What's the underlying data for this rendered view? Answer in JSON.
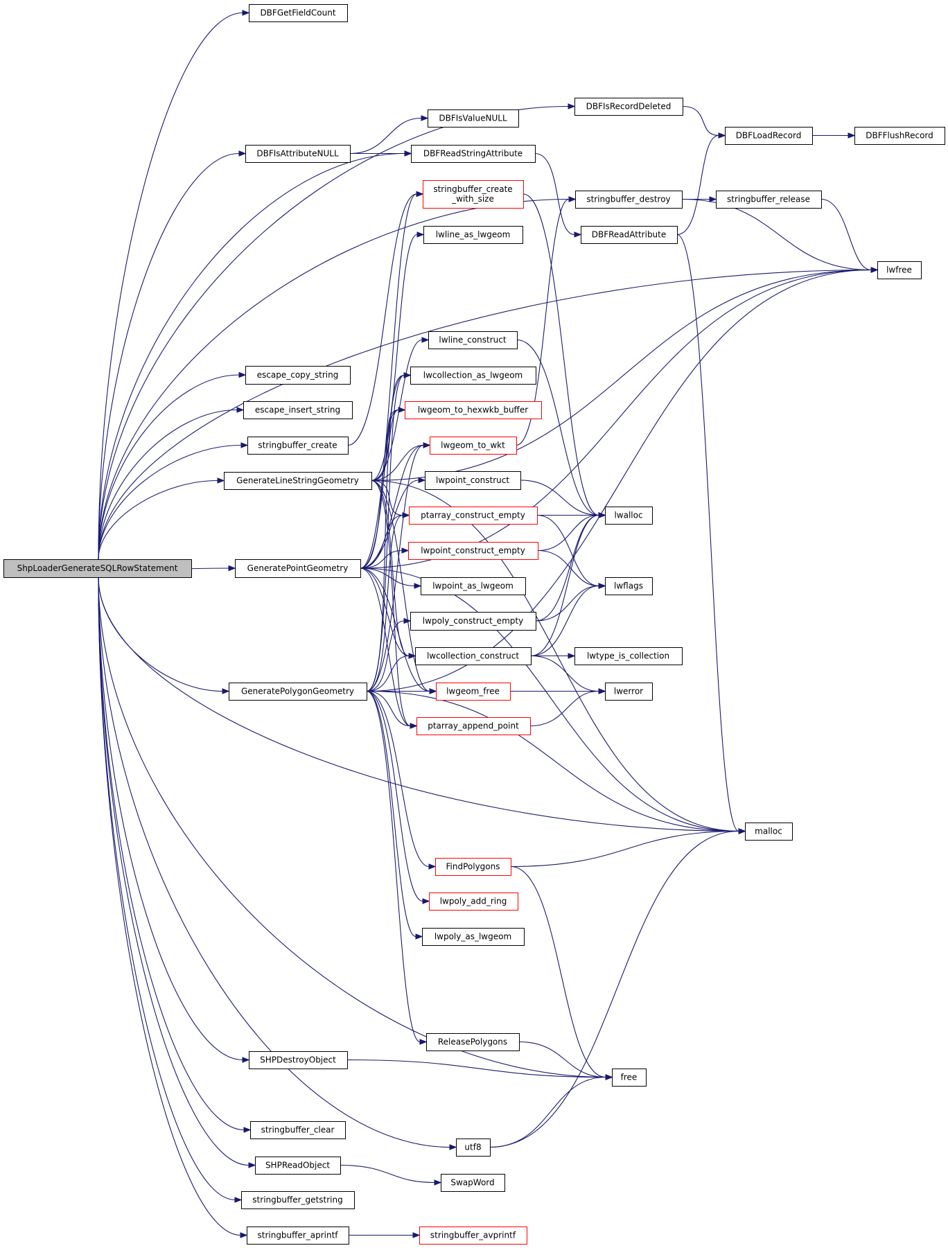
{
  "diagram": {
    "type": "call-graph",
    "root": "ShpLoaderGenerateSQLRowStatement",
    "colors": {
      "edge": "#191970",
      "root_fill": "#bfbfbf",
      "node_border": "#000000",
      "truncated_node_border": "#ff0000"
    },
    "nodes": [
      {
        "id": "root",
        "label": "ShpLoaderGenerateSQLRowStatement",
        "style": "root"
      },
      {
        "id": "DBFGetFieldCount",
        "label": "DBFGetFieldCount"
      },
      {
        "id": "DBFIsRecordDeleted",
        "label": "DBFIsRecordDeleted"
      },
      {
        "id": "DBFLoadRecord",
        "label": "DBFLoadRecord"
      },
      {
        "id": "DBFFlushRecord",
        "label": "DBFFlushRecord"
      },
      {
        "id": "DBFIsValueNULL",
        "label": "DBFIsValueNULL"
      },
      {
        "id": "DBFIsAttributeNULL",
        "label": "DBFIsAttributeNULL"
      },
      {
        "id": "DBFReadStringAttribute",
        "label": "DBFReadStringAttribute"
      },
      {
        "id": "stringbuffer_create_with_size",
        "label": "stringbuffer_create\n_with_size",
        "style": "red"
      },
      {
        "id": "stringbuffer_destroy",
        "label": "stringbuffer_destroy"
      },
      {
        "id": "stringbuffer_release",
        "label": "stringbuffer_release"
      },
      {
        "id": "DBFReadAttribute",
        "label": "DBFReadAttribute"
      },
      {
        "id": "lwline_as_lwgeom",
        "label": "lwline_as_lwgeom"
      },
      {
        "id": "lwfree",
        "label": "lwfree"
      },
      {
        "id": "lwline_construct",
        "label": "lwline_construct"
      },
      {
        "id": "escape_copy_string",
        "label": "escape_copy_string"
      },
      {
        "id": "lwcollection_as_lwgeom",
        "label": "lwcollection_as_lwgeom"
      },
      {
        "id": "escape_insert_string",
        "label": "escape_insert_string"
      },
      {
        "id": "lwgeom_to_hexwkb_buffer",
        "label": "lwgeom_to_hexwkb_buffer",
        "style": "red"
      },
      {
        "id": "stringbuffer_create",
        "label": "stringbuffer_create"
      },
      {
        "id": "lwgeom_to_wkt",
        "label": "lwgeom_to_wkt",
        "style": "red"
      },
      {
        "id": "GenerateLineStringGeometry",
        "label": "GenerateLineStringGeometry"
      },
      {
        "id": "lwpoint_construct",
        "label": "lwpoint_construct"
      },
      {
        "id": "ptarray_construct_empty",
        "label": "ptarray_construct_empty",
        "style": "red"
      },
      {
        "id": "lwalloc",
        "label": "lwalloc"
      },
      {
        "id": "lwpoint_construct_empty",
        "label": "lwpoint_construct_empty",
        "style": "red"
      },
      {
        "id": "GeneratePointGeometry",
        "label": "GeneratePointGeometry"
      },
      {
        "id": "lwpoint_as_lwgeom",
        "label": "lwpoint_as_lwgeom"
      },
      {
        "id": "lwflags",
        "label": "lwflags"
      },
      {
        "id": "lwpoly_construct_empty",
        "label": "lwpoly_construct_empty"
      },
      {
        "id": "lwcollection_construct",
        "label": "lwcollection_construct"
      },
      {
        "id": "lwtype_is_collection",
        "label": "lwtype_is_collection"
      },
      {
        "id": "GeneratePolygonGeometry",
        "label": "GeneratePolygonGeometry"
      },
      {
        "id": "lwgeom_free",
        "label": "lwgeom_free",
        "style": "red"
      },
      {
        "id": "lwerror",
        "label": "lwerror"
      },
      {
        "id": "ptarray_append_point",
        "label": "ptarray_append_point",
        "style": "red"
      },
      {
        "id": "malloc",
        "label": "malloc"
      },
      {
        "id": "FindPolygons",
        "label": "FindPolygons",
        "style": "red"
      },
      {
        "id": "lwpoly_add_ring",
        "label": "lwpoly_add_ring",
        "style": "red"
      },
      {
        "id": "lwpoly_as_lwgeom",
        "label": "lwpoly_as_lwgeom"
      },
      {
        "id": "ReleasePolygons",
        "label": "ReleasePolygons"
      },
      {
        "id": "SHPDestroyObject",
        "label": "SHPDestroyObject"
      },
      {
        "id": "free",
        "label": "free"
      },
      {
        "id": "stringbuffer_clear",
        "label": "stringbuffer_clear"
      },
      {
        "id": "utf8",
        "label": "utf8"
      },
      {
        "id": "SHPReadObject",
        "label": "SHPReadObject"
      },
      {
        "id": "SwapWord",
        "label": "SwapWord"
      },
      {
        "id": "stringbuffer_getstring",
        "label": "stringbuffer_getstring"
      },
      {
        "id": "stringbuffer_aprintf",
        "label": "stringbuffer_aprintf"
      },
      {
        "id": "stringbuffer_avprintf",
        "label": "stringbuffer_avprintf",
        "style": "red"
      }
    ],
    "edges": [
      [
        "root",
        "DBFGetFieldCount"
      ],
      [
        "root",
        "DBFIsRecordDeleted"
      ],
      [
        "root",
        "stringbuffer_destroy"
      ],
      [
        "root",
        "DBFIsAttributeNULL"
      ],
      [
        "root",
        "DBFReadStringAttribute"
      ],
      [
        "root",
        "escape_copy_string"
      ],
      [
        "root",
        "escape_insert_string"
      ],
      [
        "root",
        "stringbuffer_create"
      ],
      [
        "root",
        "GenerateLineStringGeometry"
      ],
      [
        "root",
        "GeneratePointGeometry"
      ],
      [
        "root",
        "GeneratePolygonGeometry"
      ],
      [
        "root",
        "lwfree"
      ],
      [
        "root",
        "malloc"
      ],
      [
        "root",
        "free"
      ],
      [
        "root",
        "SHPDestroyObject"
      ],
      [
        "root",
        "stringbuffer_clear"
      ],
      [
        "root",
        "utf8"
      ],
      [
        "root",
        "SHPReadObject"
      ],
      [
        "root",
        "stringbuffer_getstring"
      ],
      [
        "root",
        "stringbuffer_aprintf"
      ],
      [
        "DBFIsRecordDeleted",
        "DBFLoadRecord"
      ],
      [
        "DBFLoadRecord",
        "DBFFlushRecord"
      ],
      [
        "DBFIsAttributeNULL",
        "DBFIsValueNULL"
      ],
      [
        "DBFIsAttributeNULL",
        "DBFReadStringAttribute"
      ],
      [
        "DBFReadStringAttribute",
        "DBFReadAttribute"
      ],
      [
        "DBFReadAttribute",
        "DBFLoadRecord"
      ],
      [
        "DBFReadAttribute",
        "malloc"
      ],
      [
        "stringbuffer_destroy",
        "stringbuffer_release"
      ],
      [
        "stringbuffer_destroy",
        "lwfree"
      ],
      [
        "stringbuffer_release",
        "lwfree"
      ],
      [
        "stringbuffer_create",
        "stringbuffer_create_with_size"
      ],
      [
        "stringbuffer_create_with_size",
        "lwalloc"
      ],
      [
        "lwline_construct",
        "lwalloc"
      ],
      [
        "lwgeom_to_wkt",
        "stringbuffer_destroy"
      ],
      [
        "lwpoint_construct",
        "lwalloc"
      ],
      [
        "ptarray_construct_empty",
        "lwalloc"
      ],
      [
        "ptarray_construct_empty",
        "lwflags"
      ],
      [
        "lwpoint_construct_empty",
        "lwalloc"
      ],
      [
        "lwpoint_construct_empty",
        "lwflags"
      ],
      [
        "lwpoly_construct_empty",
        "lwalloc"
      ],
      [
        "lwpoly_construct_empty",
        "lwflags"
      ],
      [
        "lwcollection_construct",
        "lwalloc"
      ],
      [
        "lwcollection_construct",
        "lwflags"
      ],
      [
        "lwcollection_construct",
        "lwtype_is_collection"
      ],
      [
        "lwcollection_construct",
        "lwerror"
      ],
      [
        "lwgeom_free",
        "lwerror"
      ],
      [
        "ptarray_append_point",
        "lwerror"
      ],
      [
        "GenerateLineStringGeometry",
        "lwline_as_lwgeom"
      ],
      [
        "GenerateLineStringGeometry",
        "lwfree"
      ],
      [
        "GenerateLineStringGeometry",
        "lwline_construct"
      ],
      [
        "GenerateLineStringGeometry",
        "lwcollection_as_lwgeom"
      ],
      [
        "GenerateLineStringGeometry",
        "lwgeom_to_hexwkb_buffer"
      ],
      [
        "GenerateLineStringGeometry",
        "lwgeom_to_wkt"
      ],
      [
        "GenerateLineStringGeometry",
        "ptarray_construct_empty"
      ],
      [
        "GenerateLineStringGeometry",
        "lwcollection_construct"
      ],
      [
        "GenerateLineStringGeometry",
        "lwgeom_free"
      ],
      [
        "GenerateLineStringGeometry",
        "ptarray_append_point"
      ],
      [
        "GenerateLineStringGeometry",
        "malloc"
      ],
      [
        "GeneratePointGeometry",
        "stringbuffer_create_with_size"
      ],
      [
        "GeneratePointGeometry",
        "lwcollection_as_lwgeom"
      ],
      [
        "GeneratePointGeometry",
        "lwgeom_to_hexwkb_buffer"
      ],
      [
        "GeneratePointGeometry",
        "lwgeom_to_wkt"
      ],
      [
        "GeneratePointGeometry",
        "lwpoint_construct"
      ],
      [
        "GeneratePointGeometry",
        "ptarray_construct_empty"
      ],
      [
        "GeneratePointGeometry",
        "lwpoint_construct_empty"
      ],
      [
        "GeneratePointGeometry",
        "lwpoint_as_lwgeom"
      ],
      [
        "GeneratePointGeometry",
        "lwcollection_construct"
      ],
      [
        "GeneratePointGeometry",
        "lwgeom_free"
      ],
      [
        "GeneratePointGeometry",
        "ptarray_append_point"
      ],
      [
        "GeneratePointGeometry",
        "lwfree"
      ],
      [
        "GeneratePointGeometry",
        "malloc"
      ],
      [
        "GeneratePolygonGeometry",
        "lwcollection_as_lwgeom"
      ],
      [
        "GeneratePolygonGeometry",
        "lwgeom_to_hexwkb_buffer"
      ],
      [
        "GeneratePolygonGeometry",
        "lwgeom_to_wkt"
      ],
      [
        "GeneratePolygonGeometry",
        "ptarray_construct_empty"
      ],
      [
        "GeneratePolygonGeometry",
        "lwpoly_construct_empty"
      ],
      [
        "GeneratePolygonGeometry",
        "lwcollection_construct"
      ],
      [
        "GeneratePolygonGeometry",
        "lwgeom_free"
      ],
      [
        "GeneratePolygonGeometry",
        "ptarray_append_point"
      ],
      [
        "GeneratePolygonGeometry",
        "malloc"
      ],
      [
        "GeneratePolygonGeometry",
        "FindPolygons"
      ],
      [
        "GeneratePolygonGeometry",
        "lwpoly_add_ring"
      ],
      [
        "GeneratePolygonGeometry",
        "lwpoly_as_lwgeom"
      ],
      [
        "GeneratePolygonGeometry",
        "ReleasePolygons"
      ],
      [
        "GeneratePolygonGeometry",
        "lwfree"
      ],
      [
        "FindPolygons",
        "malloc"
      ],
      [
        "FindPolygons",
        "free"
      ],
      [
        "ReleasePolygons",
        "free"
      ],
      [
        "SHPDestroyObject",
        "free"
      ],
      [
        "utf8",
        "free"
      ],
      [
        "utf8",
        "malloc"
      ],
      [
        "SHPReadObject",
        "SwapWord"
      ],
      [
        "stringbuffer_aprintf",
        "stringbuffer_avprintf"
      ]
    ]
  }
}
